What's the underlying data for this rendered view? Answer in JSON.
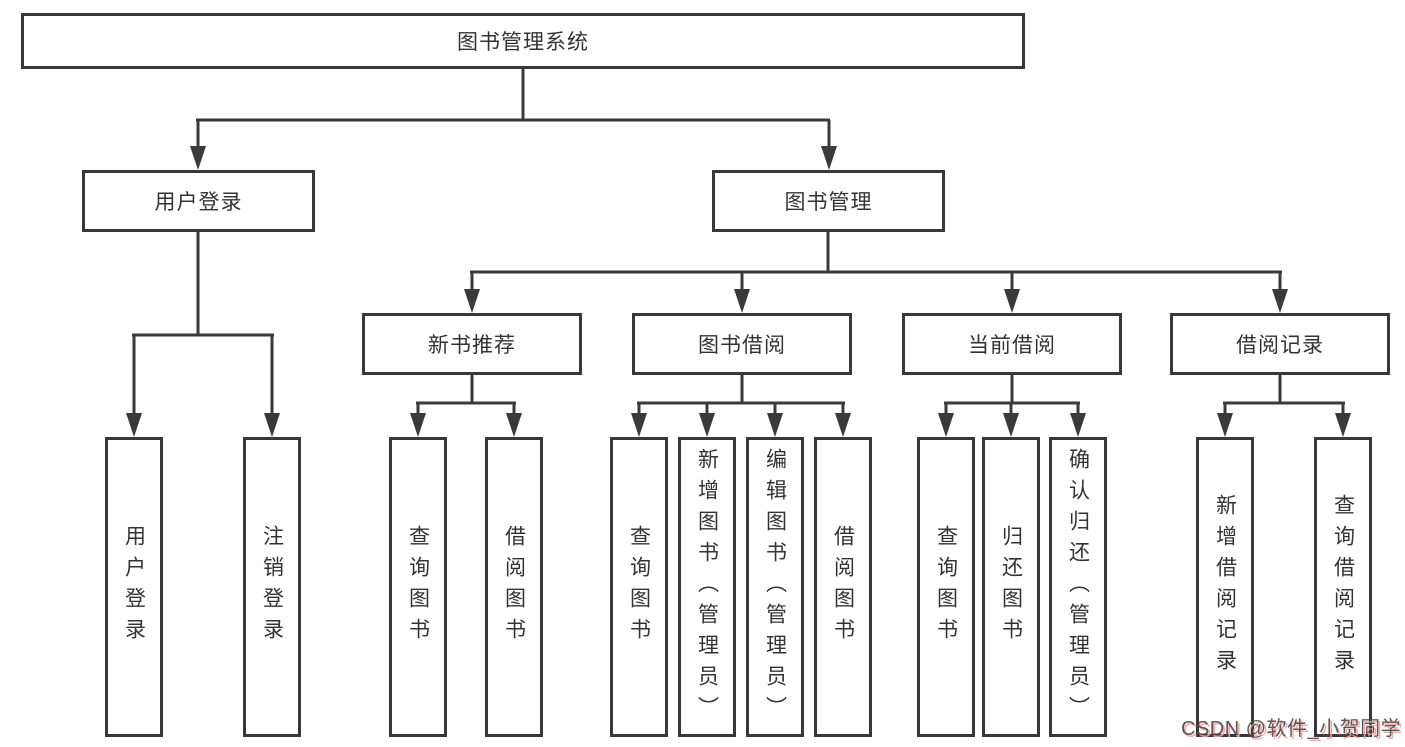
{
  "diagram": {
    "title": "图书管理系统",
    "branches": [
      {
        "label": "用户登录",
        "children": [
          {
            "label": "用户登录"
          },
          {
            "label": "注销登录"
          }
        ]
      },
      {
        "label": "图书管理",
        "children": [
          {
            "label": "新书推荐",
            "children": [
              {
                "label": "查询图书"
              },
              {
                "label": "借阅图书"
              }
            ]
          },
          {
            "label": "图书借阅",
            "children": [
              {
                "label": "查询图书"
              },
              {
                "label": "新增图书（管理员）"
              },
              {
                "label": "编辑图书（管理员）"
              },
              {
                "label": "借阅图书"
              }
            ]
          },
          {
            "label": "当前借阅",
            "children": [
              {
                "label": "查询图书"
              },
              {
                "label": "归还图书"
              },
              {
                "label": "确认归还（管理员）"
              }
            ]
          },
          {
            "label": "借阅记录",
            "children": [
              {
                "label": "新增借阅记录"
              },
              {
                "label": "查询借阅记录"
              }
            ]
          }
        ]
      }
    ]
  },
  "watermark": {
    "text": "CSDN @软件_小贺同学"
  },
  "colors": {
    "line": "#3a3a3a",
    "box_border": "#383838",
    "text": "#333333",
    "watermark_text": "#4a4a4a",
    "watermark_shadow": "#ff9e9e"
  }
}
